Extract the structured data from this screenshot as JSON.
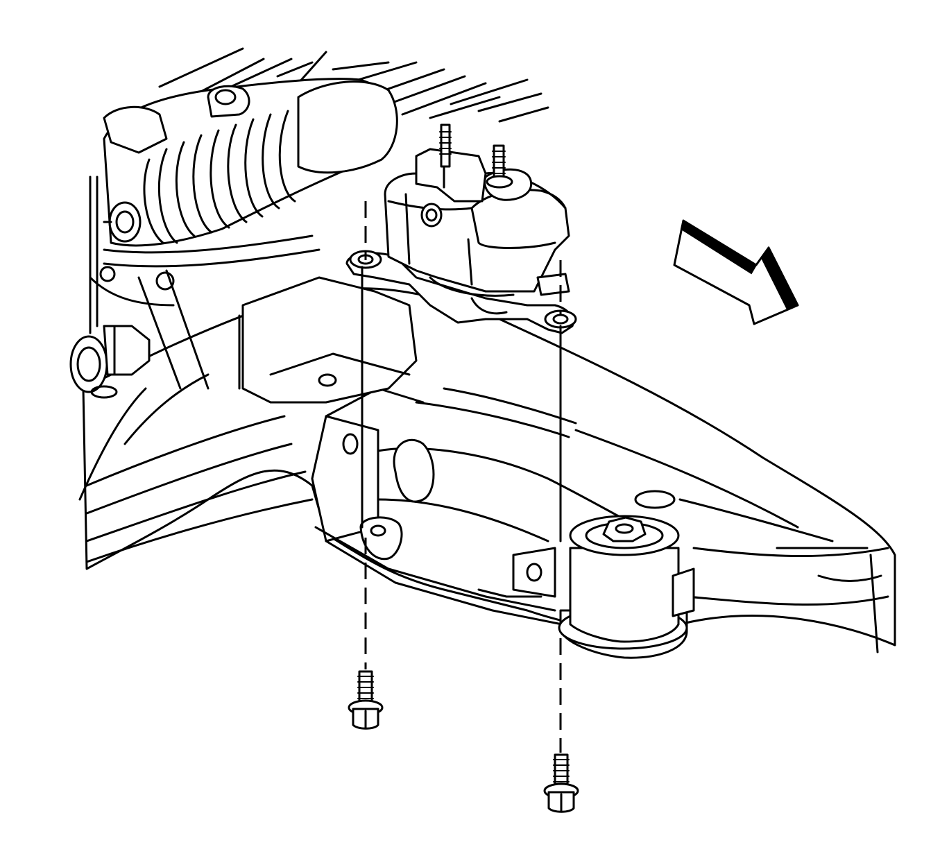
{
  "diagram": {
    "kind": "exploded-assembly-line-art",
    "colors": {
      "line": "#000000",
      "background": "#ffffff"
    },
    "parts": [
      "steering-gear-boot",
      "stabilizer-link",
      "frame-crossmember",
      "transmission-mount",
      "mount-studs",
      "mount-bolts",
      "frame-bushing"
    ],
    "direction_arrow": "front-of-vehicle-arrow"
  }
}
